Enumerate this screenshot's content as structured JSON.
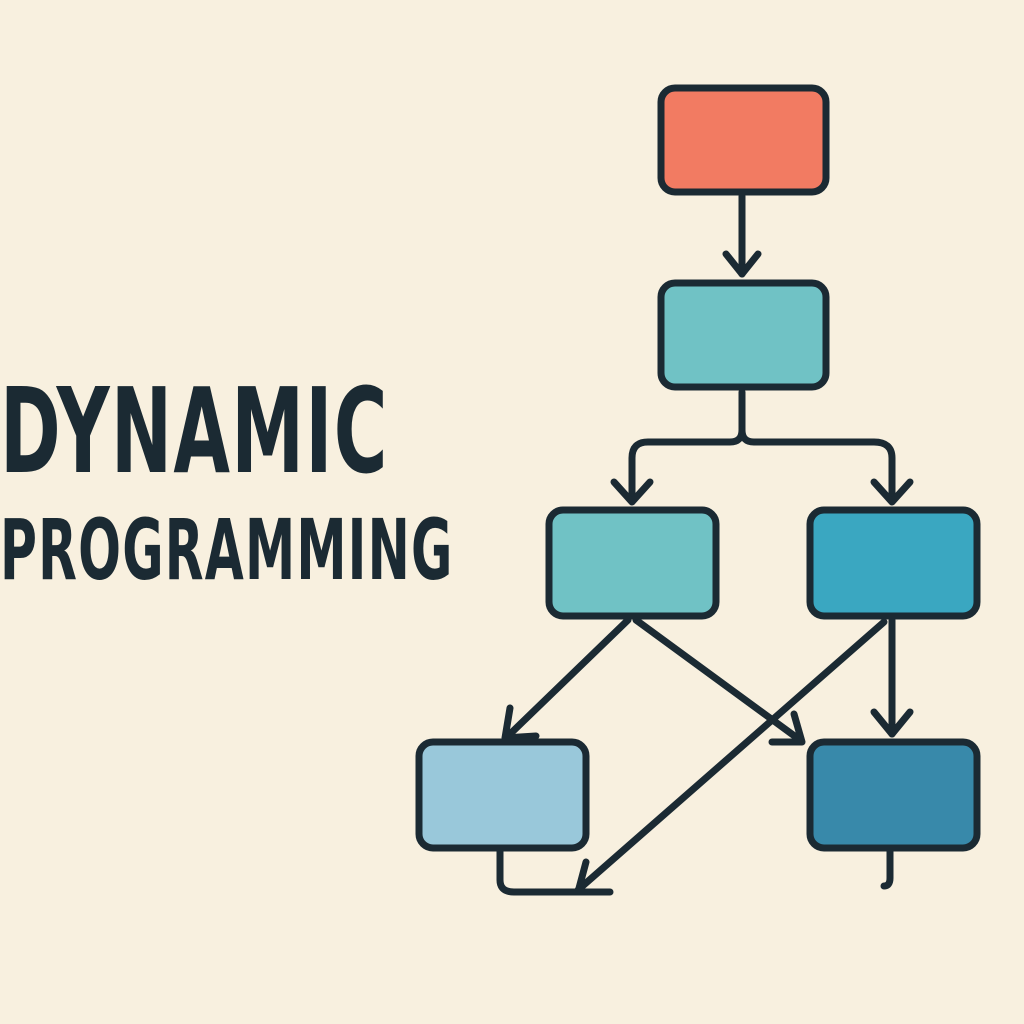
{
  "title": {
    "line1": "DYNAMIC",
    "line2": "PROGRAMMING"
  },
  "colors": {
    "background": "#f8f0df",
    "ink": "#1b2a33",
    "root_node": "#f27b62",
    "light_teal": "#70c2c5",
    "bright_teal": "#3aa7c1",
    "pale_blue": "#99c8da",
    "deep_blue": "#3889aa"
  },
  "diagram": {
    "nodes": [
      {
        "id": "root",
        "color_key": "root_node"
      },
      {
        "id": "level-1",
        "color_key": "light_teal"
      },
      {
        "id": "level-2-left",
        "color_key": "light_teal"
      },
      {
        "id": "level-2-right",
        "color_key": "bright_teal"
      },
      {
        "id": "level-3-left",
        "color_key": "pale_blue"
      },
      {
        "id": "level-3-right",
        "color_key": "deep_blue"
      }
    ],
    "edges": [
      {
        "from": "root",
        "to": "level-1"
      },
      {
        "from": "level-1",
        "to": "level-2-left"
      },
      {
        "from": "level-1",
        "to": "level-2-right"
      },
      {
        "from": "level-2-left",
        "to": "level-3-left"
      },
      {
        "from": "level-2-left",
        "to": "level-3-right"
      },
      {
        "from": "level-2-right",
        "to": "level-3-right"
      },
      {
        "from": "level-2-right",
        "to": "level-3-left"
      }
    ]
  }
}
